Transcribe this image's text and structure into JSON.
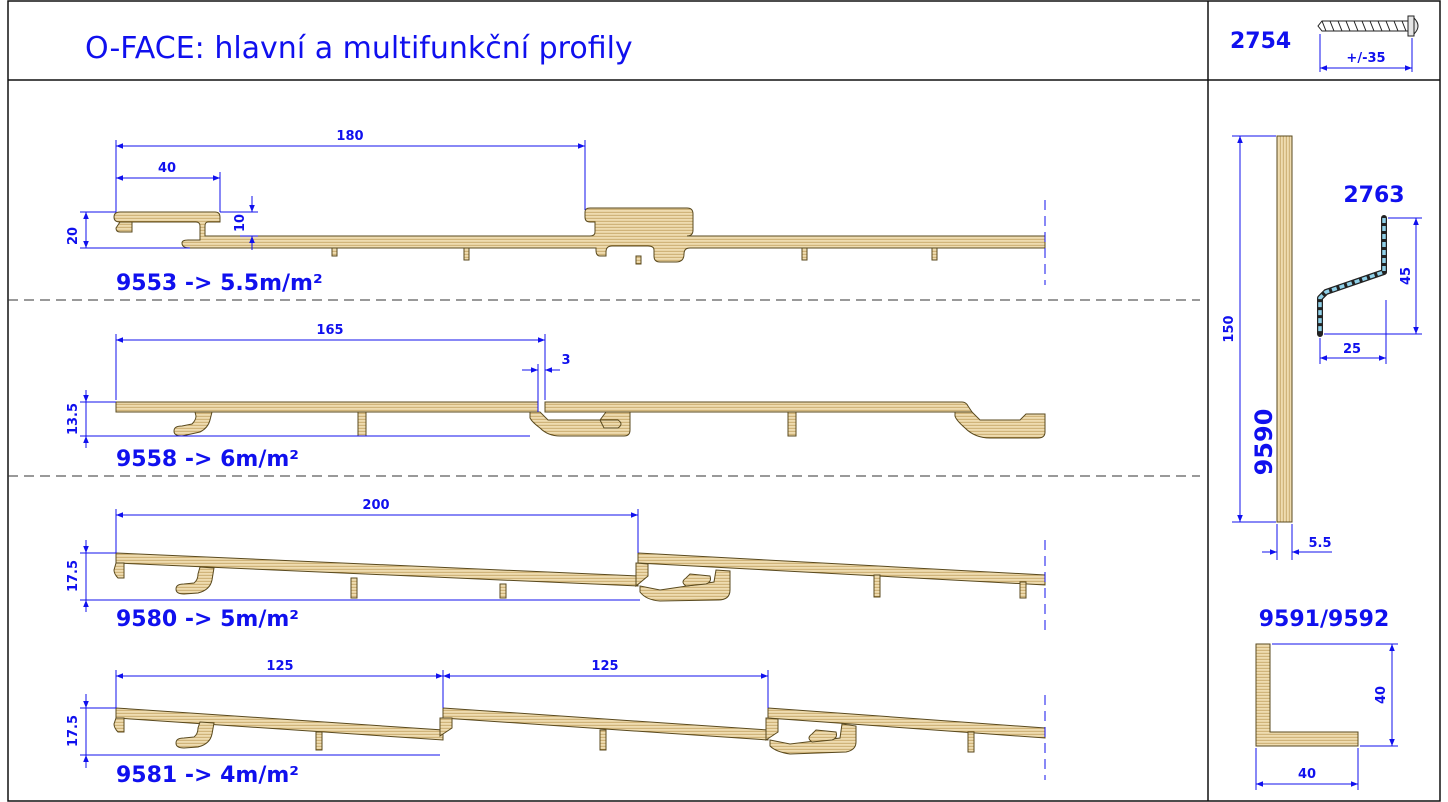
{
  "title": "O-FACE: hlavní a multifunkční profily",
  "colors": {
    "dimension": "#1010ee",
    "profile_fill": "#efdcb0",
    "profile_stroke": "#5a4a1f",
    "hatch": "#b08c43",
    "frame": "#111111"
  },
  "profiles": [
    {
      "caption": "9553 -> 5.5m/m²",
      "dims": {
        "width": "180",
        "overlap": "40",
        "height": "20",
        "step": "10"
      }
    },
    {
      "caption": "9558 -> 6m/m²",
      "dims": {
        "width": "165",
        "gap": "3",
        "height": "13.5"
      }
    },
    {
      "caption": "9580 -> 5m/m²",
      "dims": {
        "width": "200",
        "height": "17.5"
      }
    },
    {
      "caption": "9581 -> 4m/m²",
      "dims": {
        "width_a": "125",
        "width_b": "125",
        "height": "17.5"
      }
    }
  ],
  "screw": {
    "code": "2754",
    "length": "+/-35",
    "icon": "screw-icon"
  },
  "clip": {
    "code": "2763",
    "height": "45",
    "width": "25"
  },
  "batten": {
    "code": "9590",
    "height": "150",
    "thickness": "5.5"
  },
  "corner": {
    "code": "9591/9592",
    "height": "40",
    "width": "40"
  }
}
